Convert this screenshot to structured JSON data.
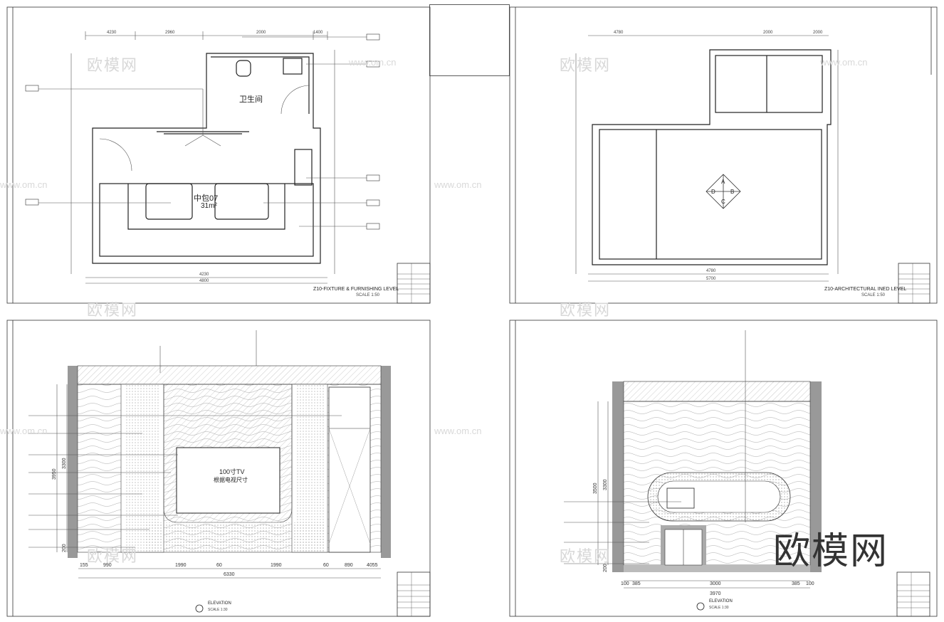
{
  "watermark": {
    "logo": "欧模网",
    "url": "www.om.cn"
  },
  "sheet1": {
    "room_label": "卫生间",
    "area_label": "中包07",
    "area_value": "31m²",
    "title": "Z10-FIXTURE & FURNISHING LEVEL",
    "scale": "SCALE    1:50",
    "dims_top": [
      "4230",
      "2960",
      "2000",
      "1400"
    ],
    "dims_bottom": [
      "4230",
      "4800"
    ]
  },
  "sheet2": {
    "title": "Z10-ARCHITECTURAL INED LEVEL",
    "scale": "SCALE    1:50",
    "dims_top": [
      "4780",
      "2000",
      "2000"
    ],
    "dims_bottom": [
      "4780",
      "5700"
    ],
    "index_labels": [
      "A",
      "B",
      "C",
      "D"
    ]
  },
  "sheet3": {
    "tv_label_1": "100寸TV",
    "tv_label_2": "根据电视尺寸",
    "title": "ELEVATION",
    "scale": "SCALE 1:30",
    "dims_bottom": [
      "155",
      "990",
      "1990",
      "60",
      "1990",
      "60",
      "890",
      "4055"
    ],
    "total": "6330",
    "height_dims": [
      "3950",
      "3300",
      "200"
    ]
  },
  "sheet4": {
    "title": "ELEVATION",
    "scale": "SCALE 1:30",
    "dims_bottom": [
      "100",
      "385",
      "3000",
      "385",
      "100"
    ],
    "total": "3970",
    "height_dims": [
      "3500",
      "3300",
      "200"
    ]
  },
  "brand": {
    "big_logo": "欧模网"
  }
}
